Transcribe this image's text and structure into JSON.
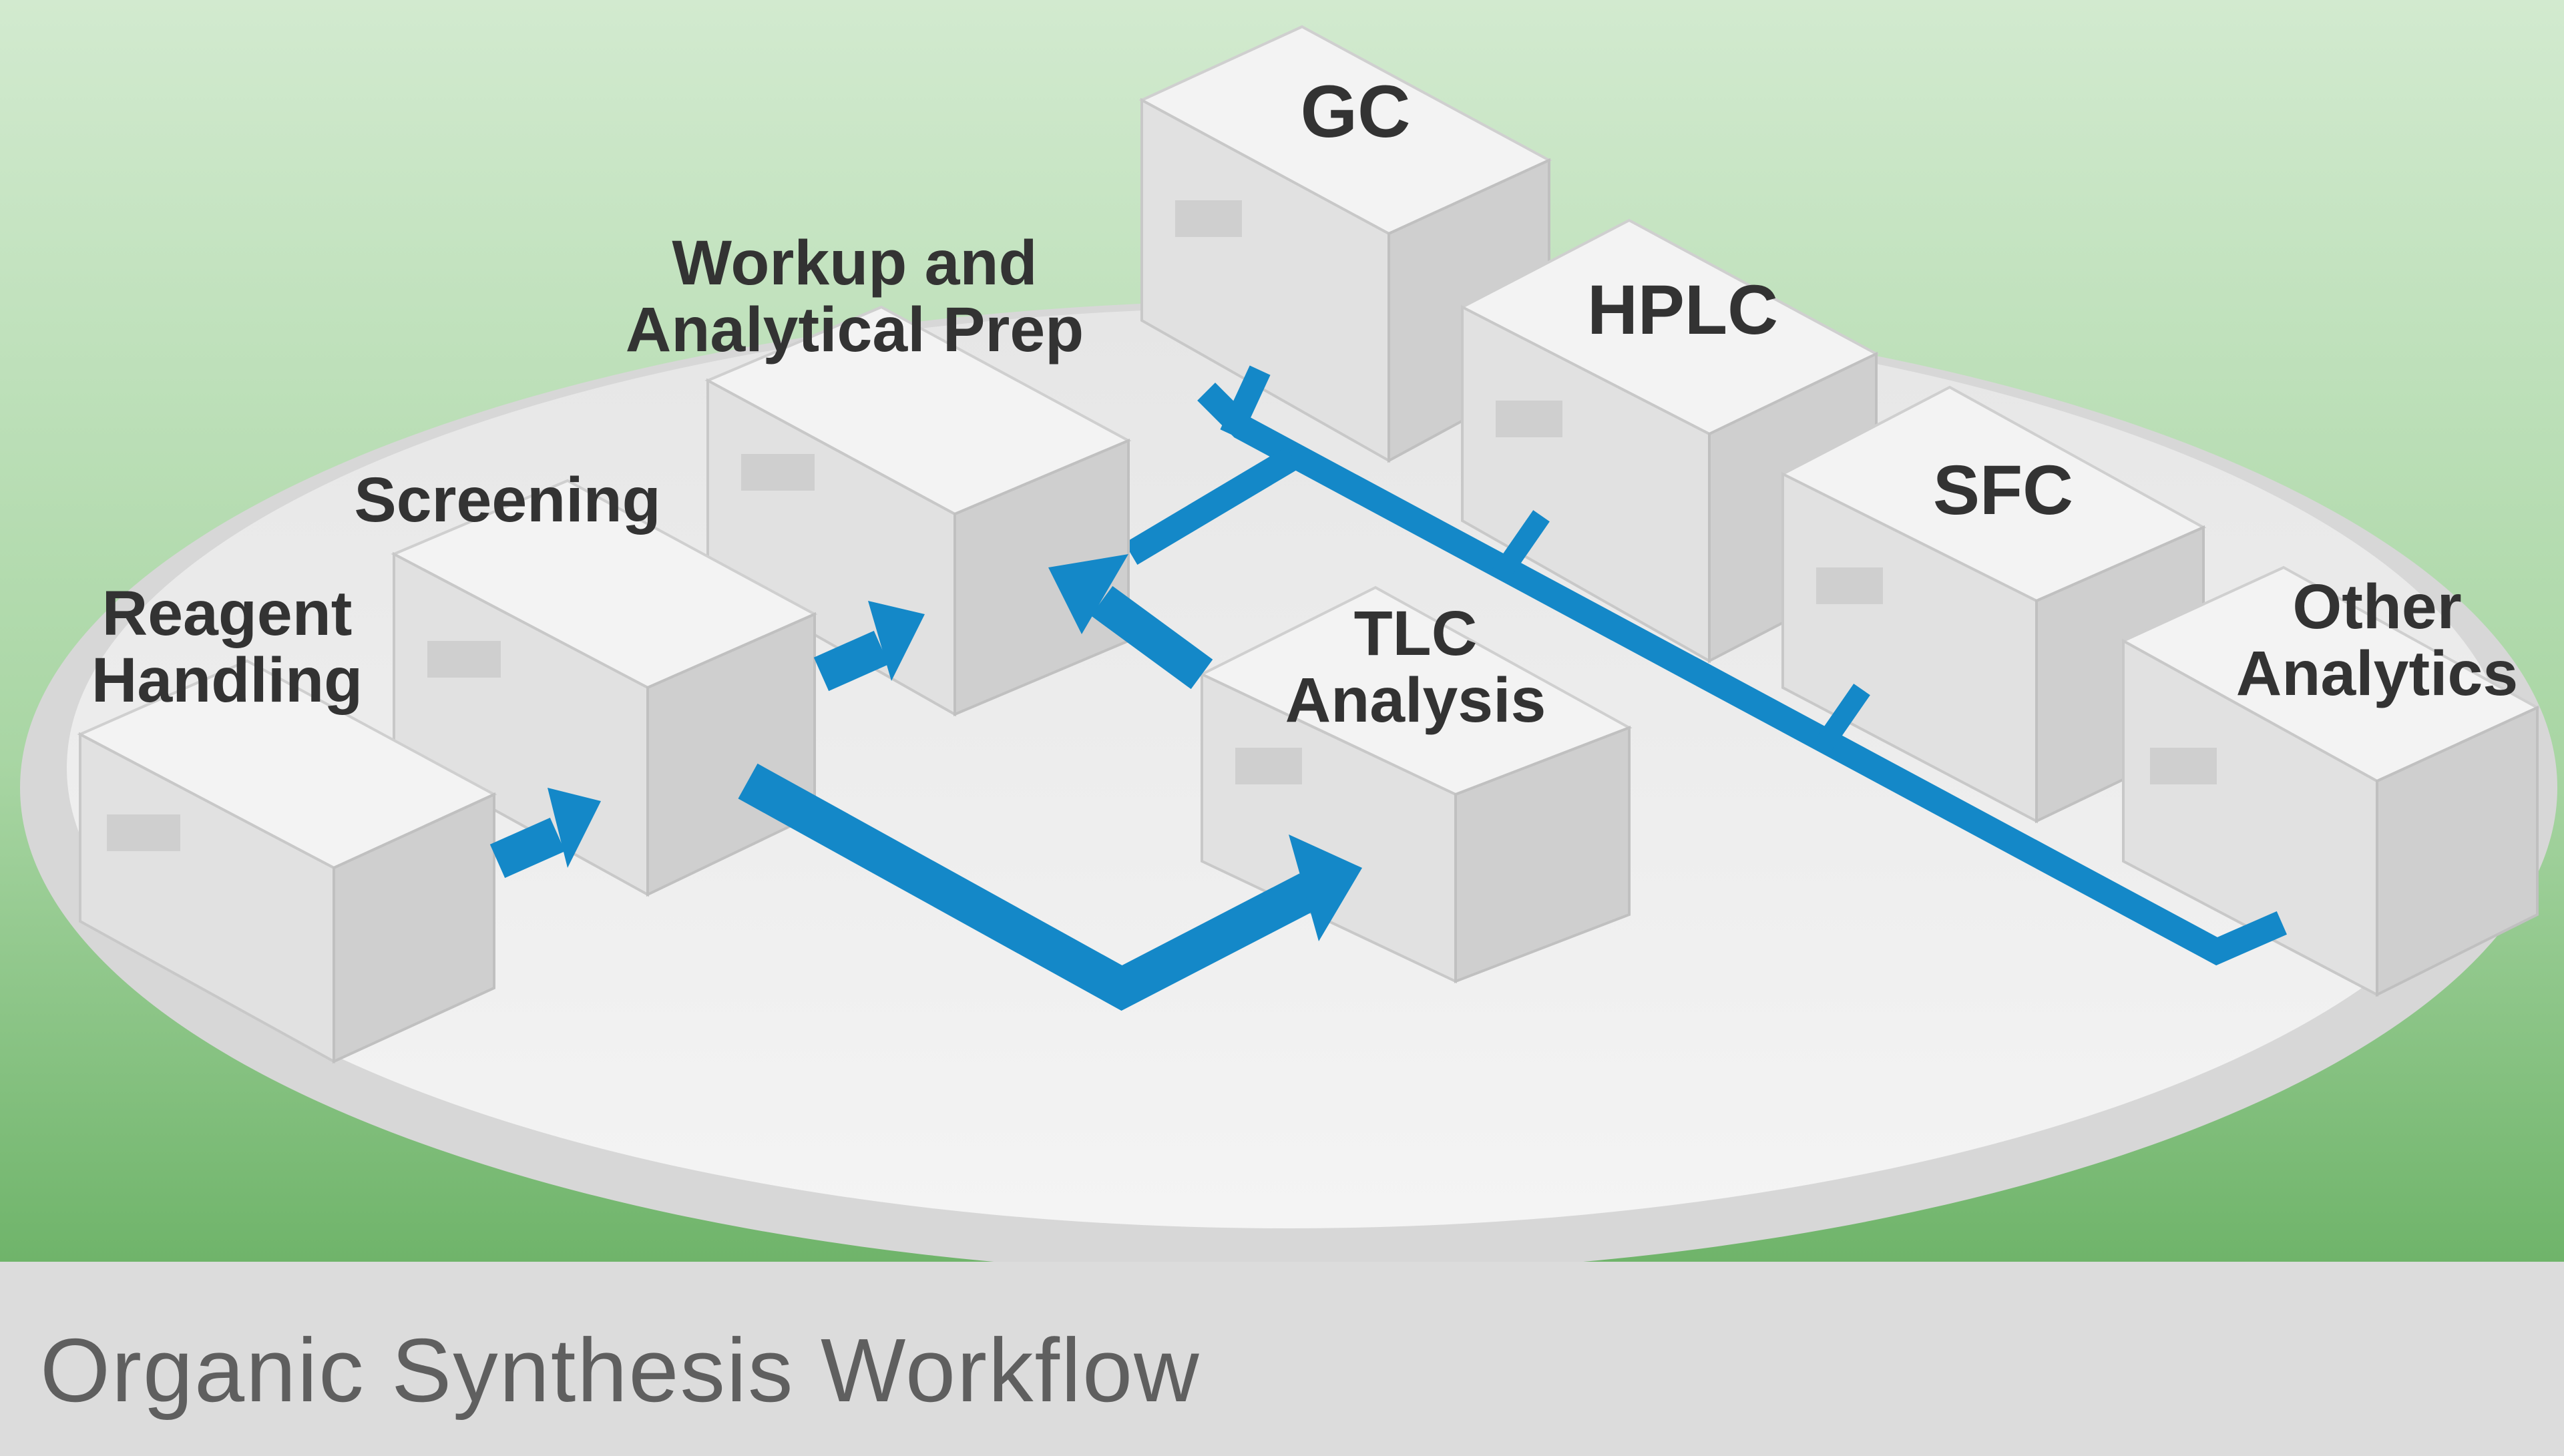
{
  "diagram": {
    "modules": {
      "reagent": "Reagent\nHandling",
      "screening": "Screening",
      "workup": "Workup and\nAnalytical Prep",
      "tlc": "TLC\nAnalysis",
      "gc": "GC",
      "hplc": "HPLC",
      "sfc": "SFC",
      "other": "Other\nAnalytics"
    },
    "caption": "Organic Synthesis Workflow",
    "colors": {
      "arrow": "#1488c8",
      "background_top": "#cfe9cc",
      "background_bottom": "#74b86f",
      "platform": "#eeeeee",
      "caption_band": "#dcdcdc"
    }
  }
}
